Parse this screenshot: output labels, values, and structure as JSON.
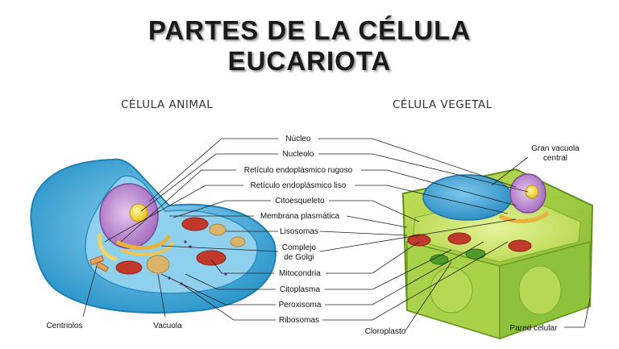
{
  "title": {
    "line1": "PARTES DE LA CÉLULA",
    "line2": "EUCARIOTA"
  },
  "sections": {
    "animal": "CÉLULA ANIMAL",
    "vegetal": "CÉLULA VEGETAL"
  },
  "labels": {
    "nucleo": "Núcleo",
    "nucleolo": "Nucleolo",
    "rer": "Retículo endoplásmico rugoso",
    "rel": "Retículo endoplásmico liso",
    "citoesqueleto": "Citoesqueleto",
    "membrana": "Membrana plasmática",
    "lisosomas": "Lisosomas",
    "golgi_1": "Complejo",
    "golgi_2": "de Golgi",
    "mitocondria": "Mitocondria",
    "citoplasma": "Citoplasma",
    "peroxisoma": "Peroxisoma",
    "ribosomas": "Ribosomas",
    "centriolos": "Centriolos",
    "vacuola": "Vacuola",
    "gran_vacuola_1": "Gran vacuola",
    "gran_vacuola_2": "central",
    "cloroplasto": "Cloroplasto",
    "pared": "Pared celular"
  },
  "colors": {
    "animal_membrane": "#2fa3d8",
    "animal_cytoplasm": "#6cc4ea",
    "nucleus": "#c9a0dc",
    "nucleolus": "#f2e23a",
    "golgi": "#f5c85a",
    "mitochondria": "#c0392b",
    "plant_wall": "#9ccc3c",
    "plant_vacuole": "#3ea7d6"
  }
}
